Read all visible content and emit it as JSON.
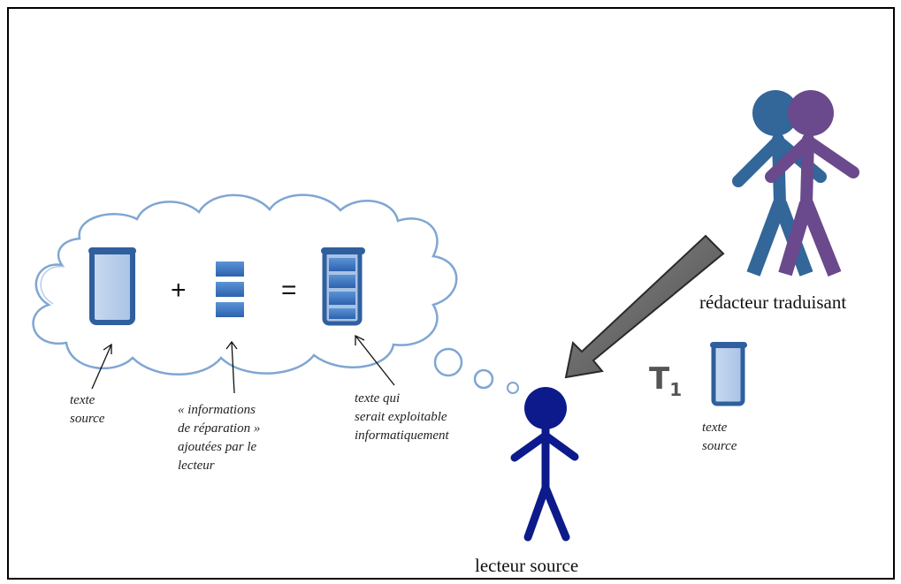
{
  "diagram": {
    "cloud": {
      "operators": {
        "plus": "+",
        "equals": "="
      },
      "captions": {
        "source_text": "texte\nsource",
        "repair_info": "« informations\nde réparation »\najoutées par le\nlecteur",
        "exploitable_text": "texte qui\nserait exploitable\ninformatiquement"
      }
    },
    "writer_label": "rédacteur traduisant",
    "reader_label": "lecteur source",
    "t1_label": "T",
    "t1_subscript": "1",
    "right_doc_caption": "texte\nsource",
    "colors": {
      "doc_border": "#2f5f9e",
      "doc_fill": "#bcd0ea",
      "block_fill": "#3a76c4",
      "writer_blue": "#336699",
      "writer_purple": "#6a4a8c",
      "reader_navy": "#0d1a8c",
      "arrow_gray": "#6b6b6b",
      "cloud_stroke": "#7fa6d3"
    }
  }
}
